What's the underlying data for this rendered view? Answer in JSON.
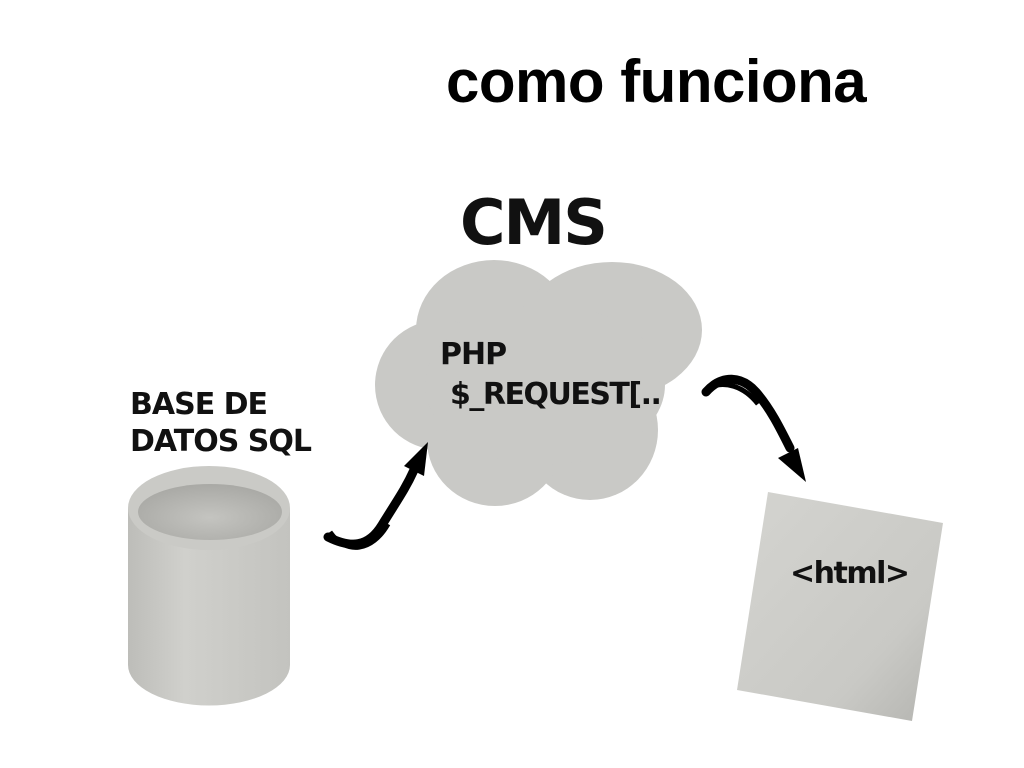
{
  "title": "como funciona",
  "cms": {
    "heading": "CMS",
    "line1": "PHP",
    "line2": "$_REQUEST[.."
  },
  "database": {
    "line1": "BASE DE",
    "line2": "DATOS SQL"
  },
  "document": {
    "label": "<html>"
  },
  "colors": {
    "shape_fill": "#c9c9c6",
    "shape_shade": "#b7b7b3",
    "text": "#111111",
    "arrow": "#000000"
  }
}
